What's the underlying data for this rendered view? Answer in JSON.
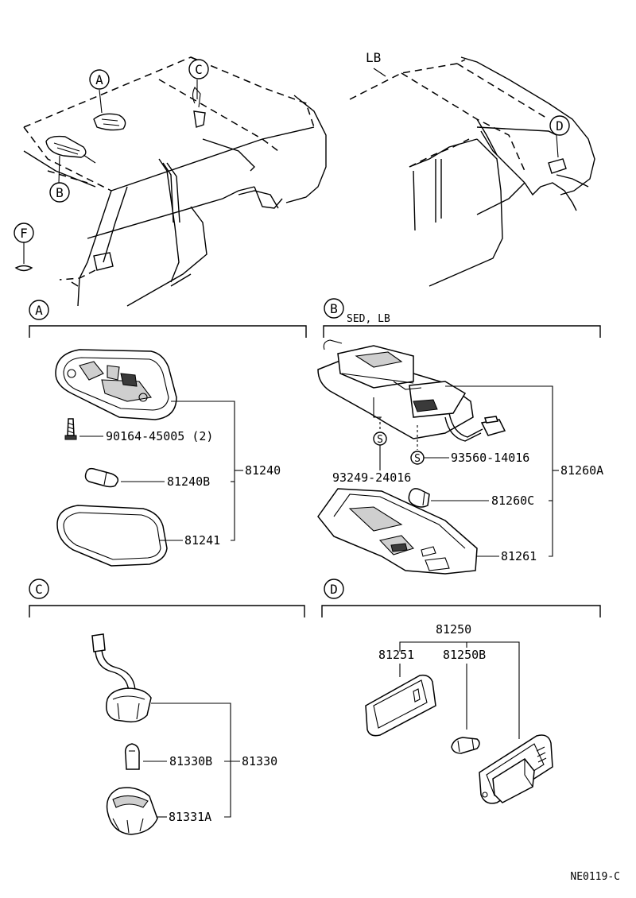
{
  "callouts": {
    "A": "A",
    "B": "B",
    "C": "C",
    "D": "D",
    "F": "F"
  },
  "variant_lb": "LB",
  "sections": {
    "a": {
      "letter": "A",
      "note": ""
    },
    "b": {
      "letter": "B",
      "note": "SED, LB"
    },
    "c": {
      "letter": "C",
      "note": ""
    },
    "d": {
      "letter": "D",
      "note": ""
    }
  },
  "parts": {
    "a_screw": "90164-45005 (2)",
    "a_bulb": "81240B",
    "a_assy": "81240",
    "a_lens": "81241",
    "b_s1": "93249-24016",
    "b_s2": "93560-14016",
    "b_bulb": "81260C",
    "b_assy": "81260A",
    "b_cover": "81261",
    "c_bulb": "81330B",
    "c_assy": "81330",
    "c_cover": "81331A",
    "d_assy": "81250",
    "d_lens": "81251",
    "d_bulb": "81250B"
  },
  "symbol_s": "S",
  "figure_code": "NE0119-C"
}
